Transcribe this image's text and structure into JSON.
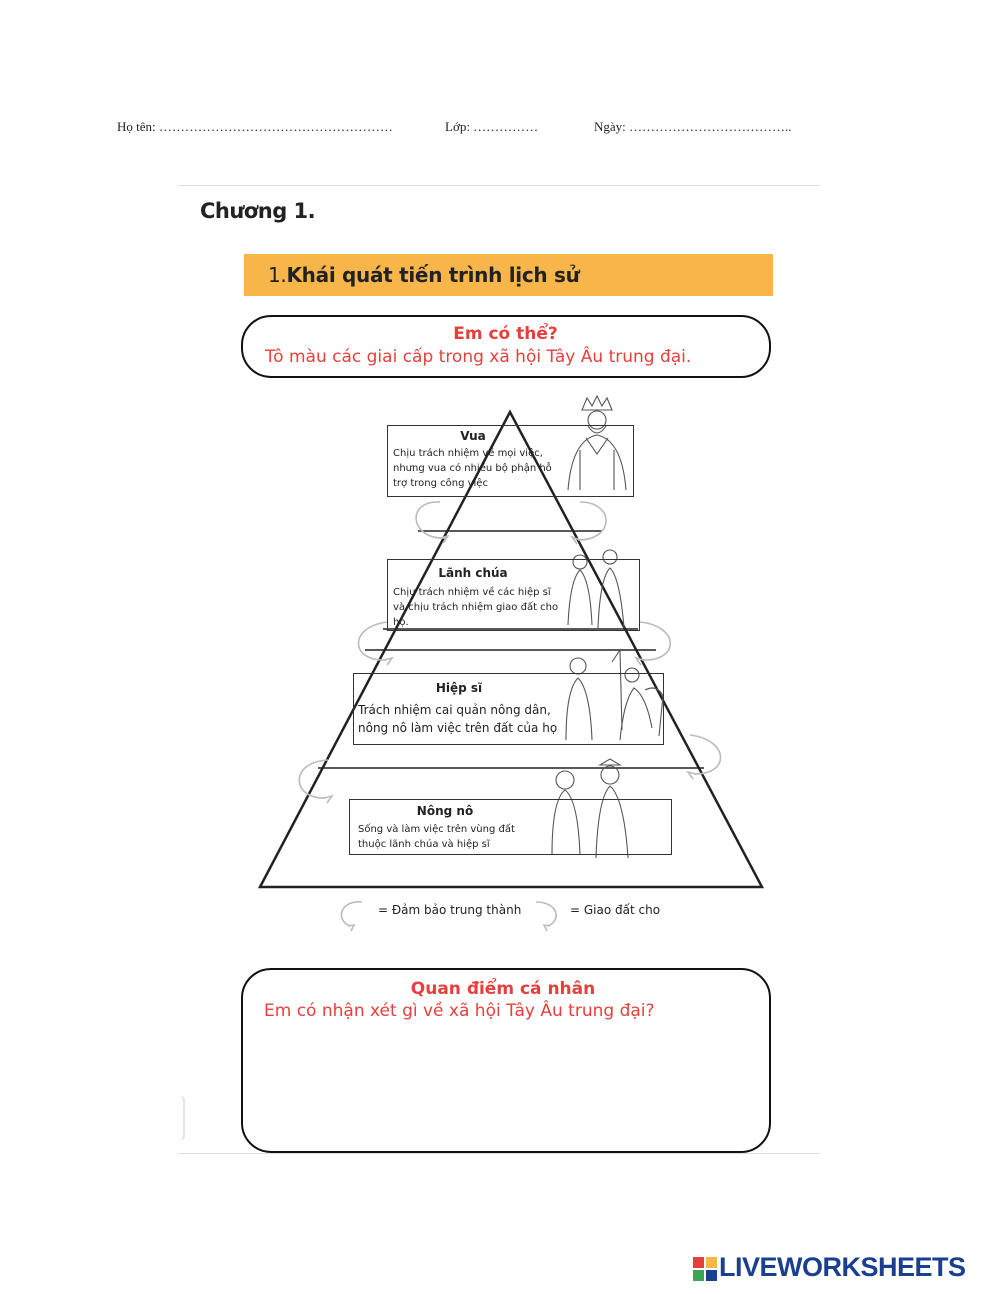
{
  "header": {
    "name_label": "Họ tên: ………………………………………………",
    "class_label": "Lớp: ……………",
    "date_label": "Ngày: ……………………………….."
  },
  "chapter": "Chương 1.",
  "section": {
    "number": "1.",
    "title": "Khái quát tiến trình lịch sử"
  },
  "activity": {
    "heading": "Em có thể?",
    "instruction": "Tô màu các giai cấp trong xã hội Tây Âu trung đại."
  },
  "pyramid": {
    "levels": [
      {
        "title": "Vua",
        "desc": [
          "Chịu trách nhiệm về mọi việc,",
          "nhưng vua có nhiều bộ phận hỗ",
          "trợ trong công việc"
        ],
        "figure_icon": "king-figure-icon"
      },
      {
        "title": "Lãnh chúa",
        "desc": [
          "Chịu trách nhiệm về các hiệp sĩ",
          "và chịu trách nhiệm giao đất cho",
          "họ."
        ],
        "figure_icon": "lords-figure-icon"
      },
      {
        "title": "Hiệp sĩ",
        "desc": [
          "Trách nhiệm cai quản nông dân,",
          "nông nô làm việc trên đất của họ"
        ],
        "figure_icon": "knights-figure-icon"
      },
      {
        "title": "Nông nô",
        "desc": [
          "Sống và làm việc trên vùng đất",
          "thuộc lãnh chúa và hiệp sĩ"
        ],
        "figure_icon": "serfs-figure-icon"
      }
    ],
    "legend": [
      {
        "icon": "loyalty-arrow-icon",
        "label": "= Đảm bảo trung thành"
      },
      {
        "icon": "land-grant-arrow-icon",
        "label": "= Giao đất cho"
      }
    ]
  },
  "opinion": {
    "heading": "Quan điểm cá nhân",
    "question": "Em có nhận xét gì về xã hội Tây Âu trung đại?",
    "answer": ""
  },
  "brand": {
    "logo_text": "LIVEWORKSHEETS",
    "logo_icon": "liveworksheets-logo-icon",
    "colors": [
      "#e6403c",
      "#f7b54a",
      "#1a3f8f",
      "#3aa655"
    ]
  }
}
